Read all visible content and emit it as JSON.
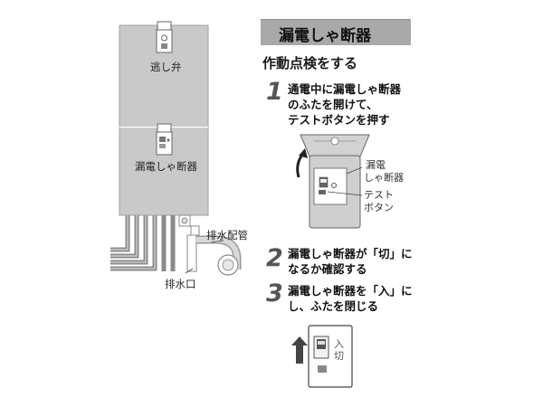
{
  "title": "漏電しゃ断器",
  "section_title": "作動点検をする",
  "steps": [
    {
      "number": "1",
      "lines": [
        "通電中に漏電しゃ断器",
        "のふたを開けて、",
        "テストボタンを押す"
      ]
    },
    {
      "number": "2",
      "lines": [
        "漏電しゃ断器が「切」に",
        "なるか確認する"
      ]
    },
    {
      "number": "3",
      "lines": [
        "漏電しゃ断器を「入」に",
        "し、ふたを閉じる"
      ]
    }
  ],
  "heater_labels": {
    "relief_valve": "逃し弁",
    "breaker": "漏電しゃ断器",
    "drain_pipe": "排水配管",
    "drain_outlet": "排水口"
  },
  "breaker_labels": {
    "breaker_line1": "漏電",
    "breaker_line2": "しゃ断器",
    "test_line1": "テスト",
    "test_line2": "ボタン"
  },
  "switch_labels": {
    "on": "入",
    "off": "切"
  }
}
